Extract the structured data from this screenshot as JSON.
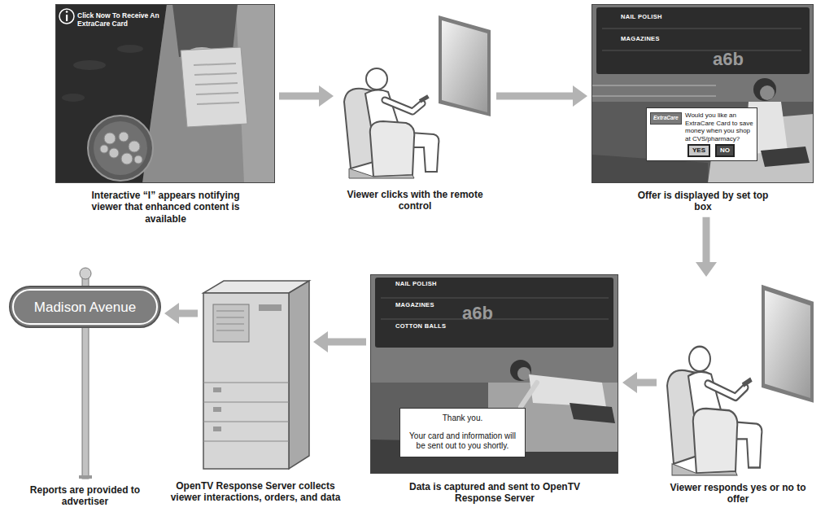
{
  "diagram": {
    "nodes": [
      {
        "text": [
          "Interactive “I” appears notifying viewer that enhanced content is available",
          "Click Now To Receive An ExtraCare Card"
        ]
      },
      {
        "text": [
          "Viewer clicks with the remote control"
        ]
      },
      {
        "text": [
          "Offer is displayed by set top box",
          "NAIL POLISH",
          "MAGAZINES",
          "a6b"
        ]
      },
      {
        "text": [
          "Would you like an ExtraCare Card to save money when you shop at CVS/pharmacy?"
        ],
        "in": 2
      },
      {
        "text": [
          "ExtraCare"
        ],
        "in": 3
      },
      {
        "text": [
          "YES"
        ],
        "in": 3
      },
      {
        "text": [
          "NO"
        ],
        "in": 3
      },
      {
        "text": [
          "Viewer responds yes or no to offer"
        ]
      },
      {
        "text": [
          "Data is captured and sent to OpenTV Response Server",
          "NAIL POLISH",
          "MAGAZINES",
          "COTTON BALLS",
          "a6b"
        ]
      },
      {
        "text": [
          "Thank you.",
          "Your card and information will be sent out to you shortly."
        ],
        "in": 8
      },
      {
        "text": [
          "OpenTV Response Server collects viewer interactions, orders, and data"
        ]
      },
      {
        "text": [
          "Madison Avenue",
          "Reports are provided to advertiser"
        ]
      }
    ],
    "edges": [
      {
        "from": 0,
        "to": 1,
        "arrow": "to"
      },
      {
        "from": 1,
        "to": 2,
        "arrow": "to"
      },
      {
        "from": 2,
        "to": 7,
        "arrow": "to"
      },
      {
        "from": 7,
        "to": 8,
        "arrow": "to"
      },
      {
        "from": 8,
        "to": 10,
        "arrow": "to"
      },
      {
        "from": 10,
        "to": 11,
        "arrow": "to"
      }
    ]
  }
}
